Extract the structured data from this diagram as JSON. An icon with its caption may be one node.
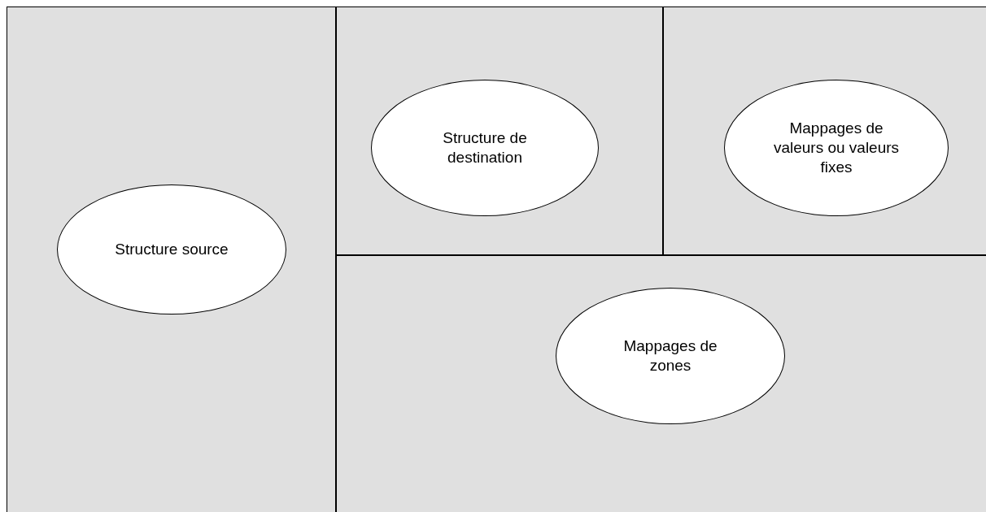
{
  "diagram": {
    "nodes": [
      {
        "text": [
          "Structure source"
        ]
      },
      {
        "text": [
          "Structure de destination"
        ]
      },
      {
        "text": [
          "Mappages de valeurs ou valeurs fixes"
        ]
      },
      {
        "text": [
          "Mappages de zones"
        ]
      }
    ]
  }
}
